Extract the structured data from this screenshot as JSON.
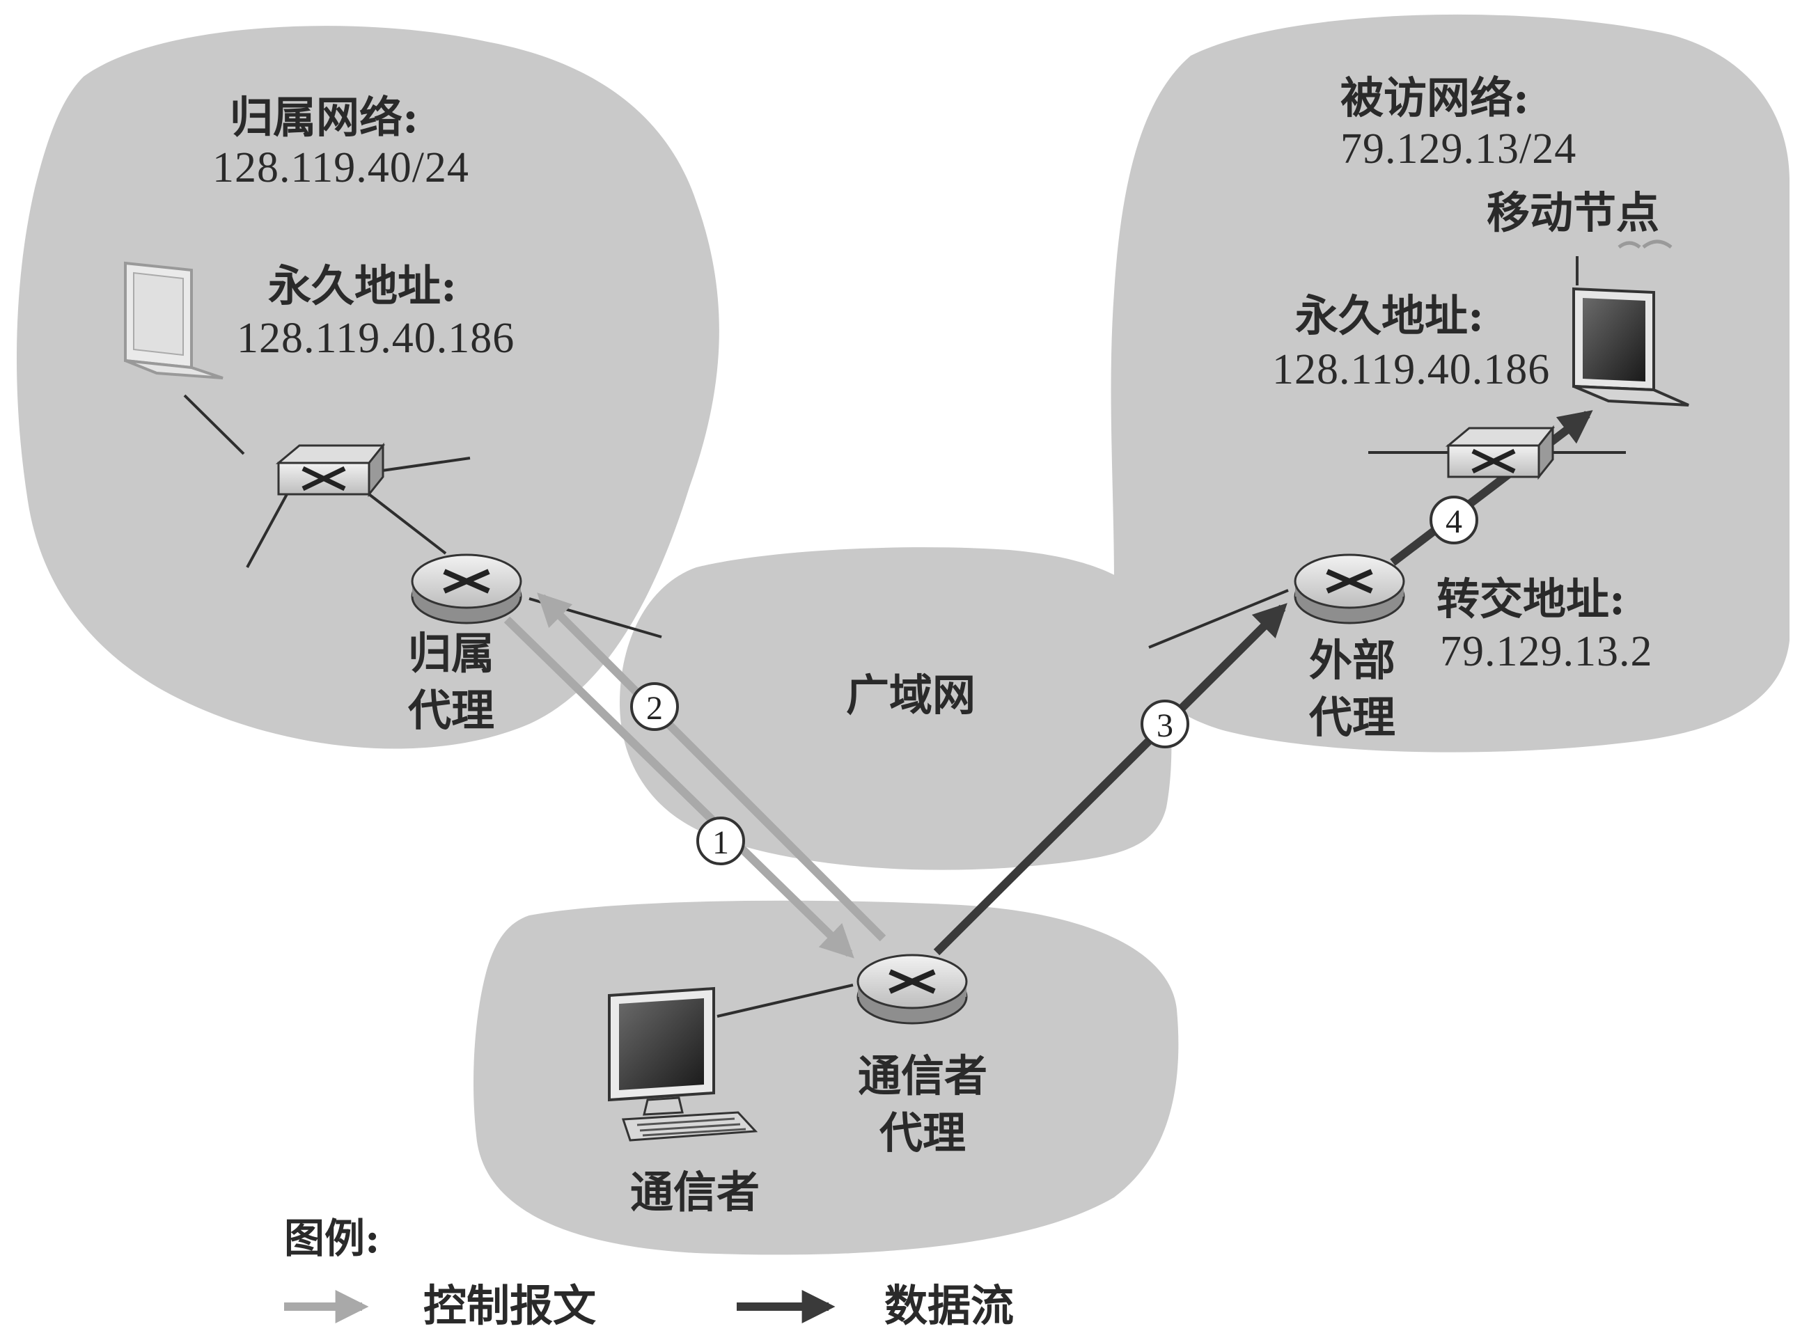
{
  "home_network": {
    "title": "归属网络:",
    "prefix": "128.119.40/24",
    "permanent_address_label": "永久地址:",
    "permanent_address": "128.119.40.186",
    "agent_label_line1": "归属",
    "agent_label_line2": "代理"
  },
  "visited_network": {
    "title": "被访网络:",
    "prefix": "79.129.13/24",
    "mobile_node_label": "移动节点",
    "permanent_address_label": "永久地址:",
    "permanent_address": "128.119.40.186",
    "care_of_address_label": "转交地址:",
    "care_of_address": "79.129.13.2",
    "agent_label_line1": "外部",
    "agent_label_line2": "代理"
  },
  "wan": {
    "label": "广域网"
  },
  "correspondent_network": {
    "agent_label_line1": "通信者",
    "agent_label_line2": "代理",
    "correspondent_label": "通信者"
  },
  "steps": [
    "1",
    "2",
    "3",
    "4"
  ],
  "legend": {
    "title": "图例:",
    "control_label": "控制报文",
    "data_label": "数据流"
  },
  "colors": {
    "cloud": "#c9c9c9",
    "control_arrow": "#a9a9a9",
    "data_arrow": "#3a3a3a",
    "text": "#2a2a2a"
  },
  "icons": [
    "router-icon",
    "switch-icon",
    "laptop-icon",
    "desktop-computer-icon",
    "wireless-signal-icon"
  ]
}
